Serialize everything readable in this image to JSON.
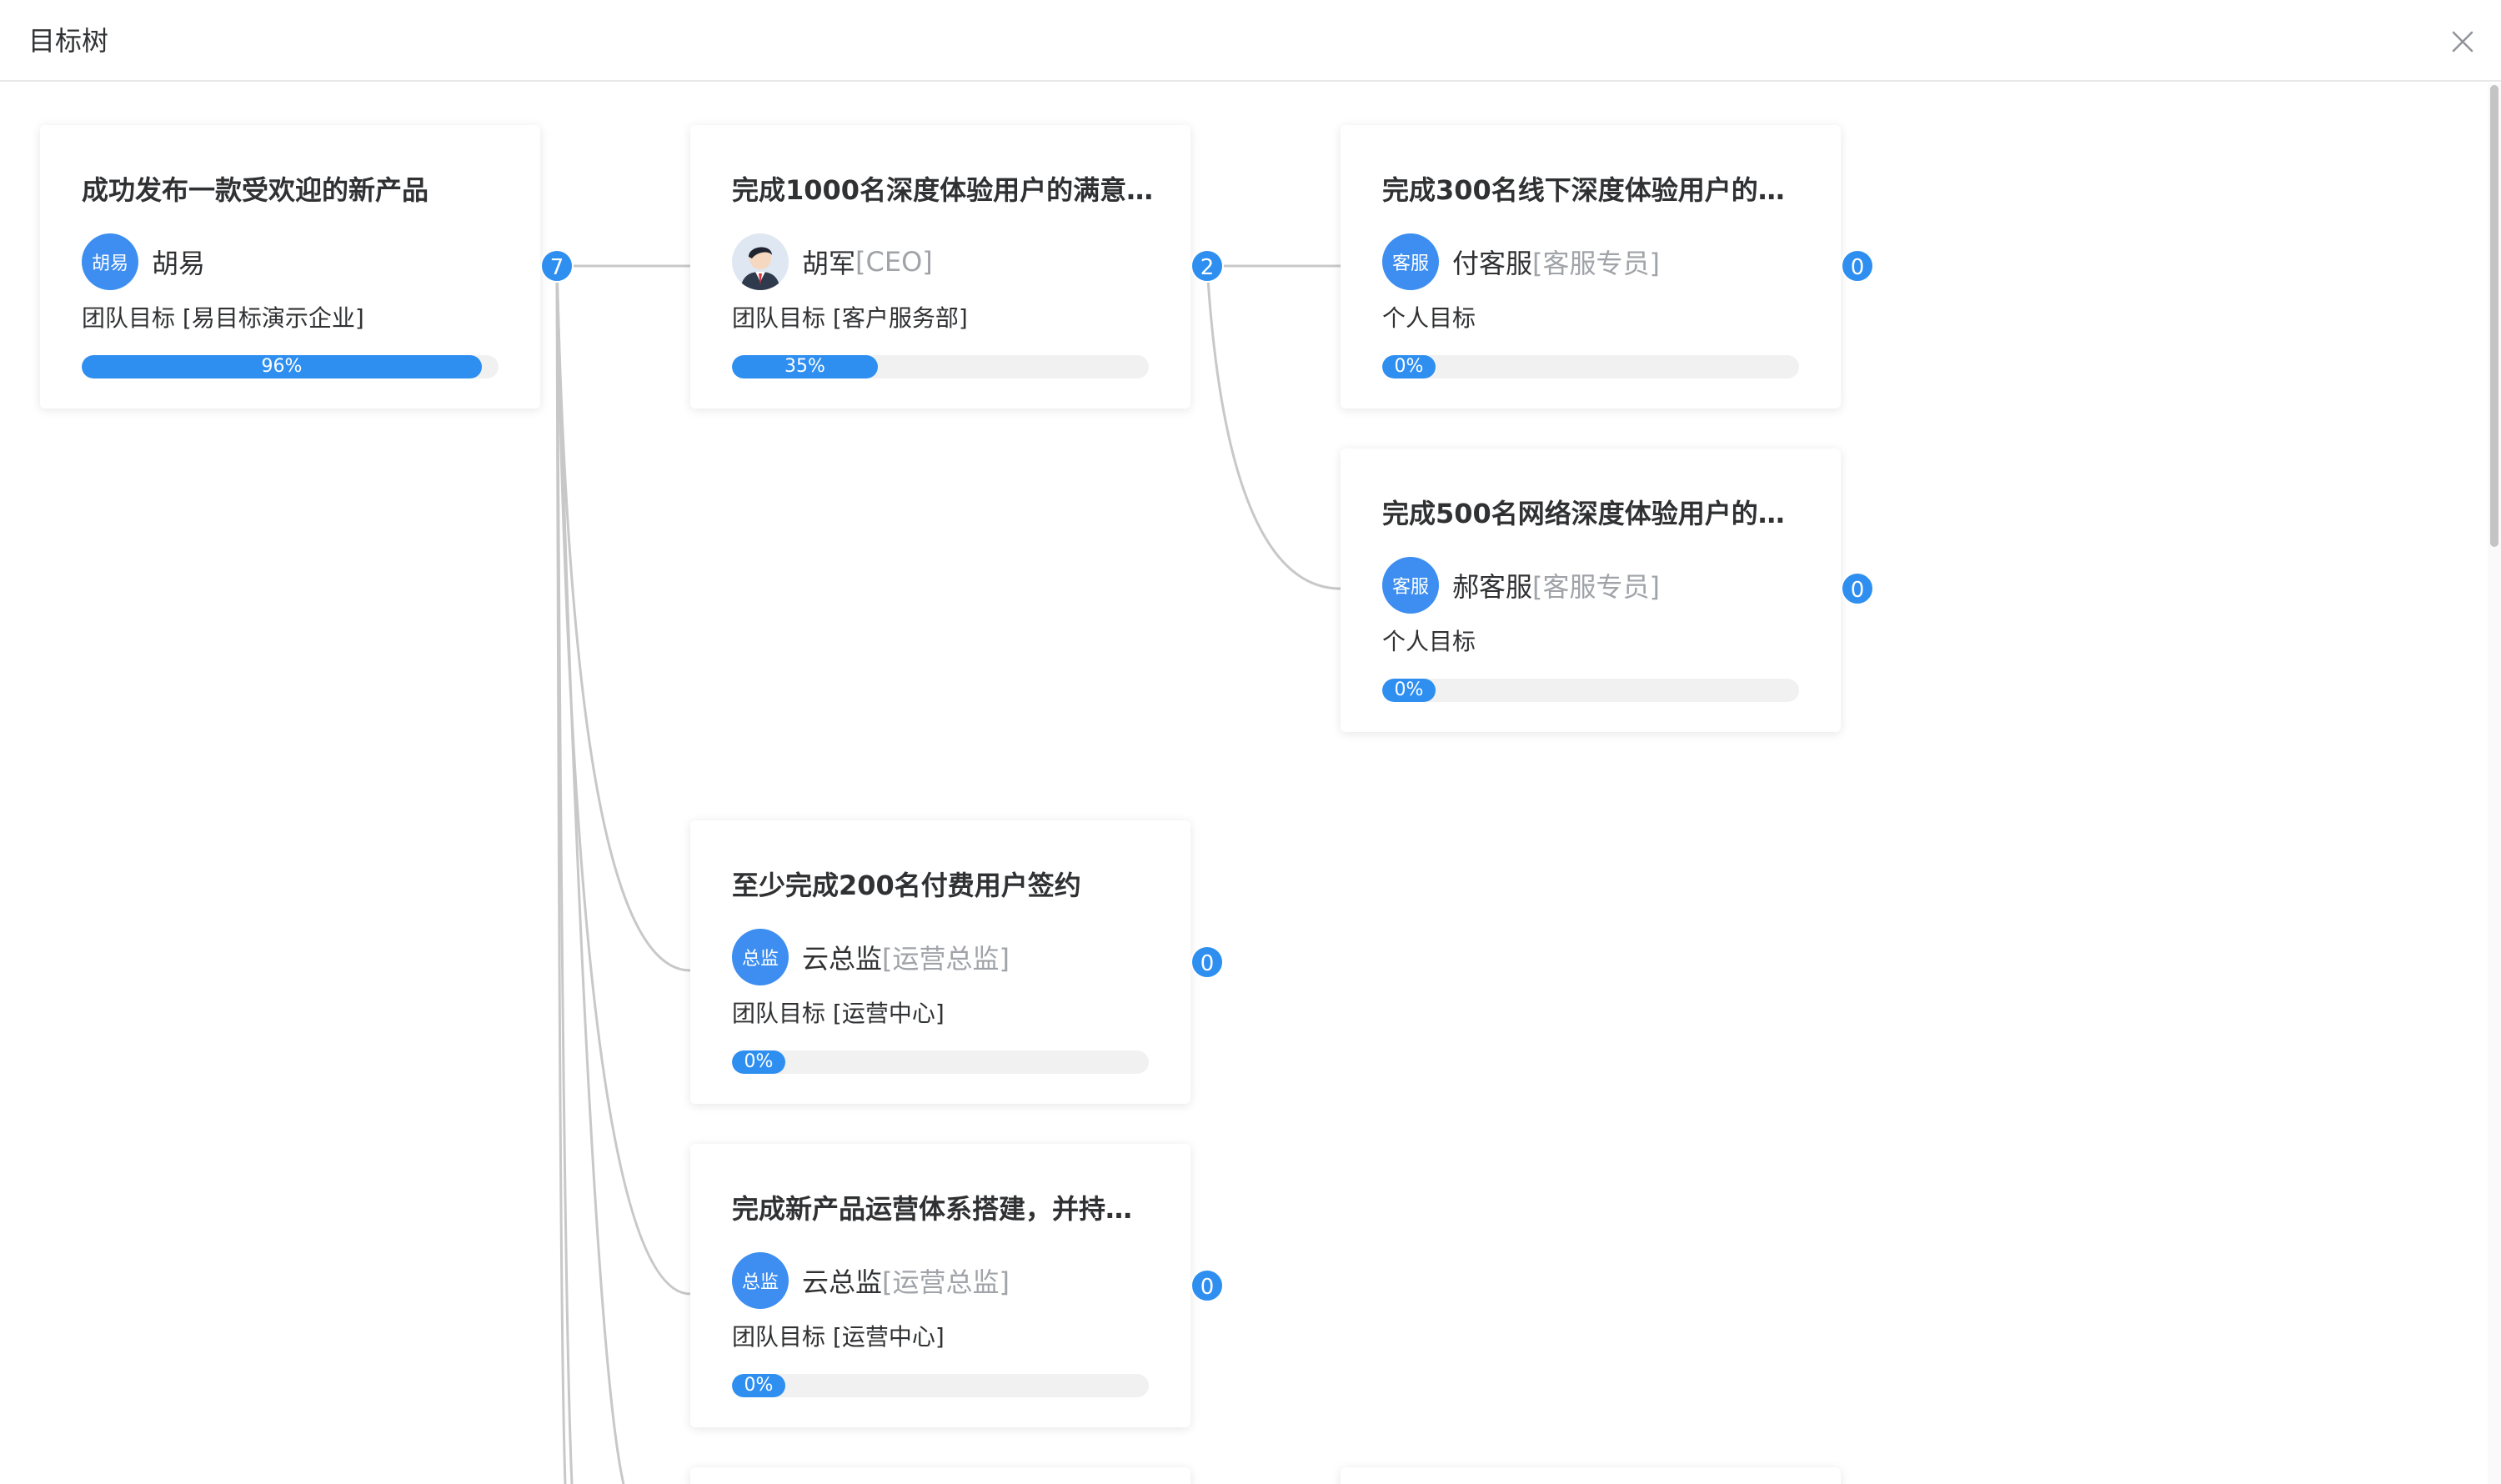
{
  "dialog": {
    "title": "目标树",
    "close_icon": "close-icon"
  },
  "colors": {
    "accent": "#2e8ff0",
    "avatar": "#3d8ef0",
    "track": "#f1f1f1",
    "link": "#c8c8c8"
  },
  "nodes": [
    {
      "title": "成功发布一款受欢迎的新产品",
      "owner": "胡易",
      "role": "",
      "avatar_text": "胡易",
      "type": "团队目标 [易目标演示企业]",
      "progress": 96,
      "progress_label": "96%",
      "children_count": "7"
    },
    {
      "title": "完成1000名深度体验用户的满意…",
      "owner": "胡军",
      "role": "[CEO]",
      "avatar_text": "",
      "avatar_icon": "person-avatar-icon",
      "type": "团队目标 [客户服务部]",
      "progress": 35,
      "progress_label": "35%",
      "children_count": "2"
    },
    {
      "title": "完成300名线下深度体验用户的…",
      "owner": "付客服",
      "role": "[客服专员]",
      "avatar_text": "客服",
      "type": "个人目标",
      "progress": 0,
      "progress_label": "0%",
      "children_count": "0"
    },
    {
      "title": "完成500名网络深度体验用户的…",
      "owner": "郝客服",
      "role": "[客服专员]",
      "avatar_text": "客服",
      "type": "个人目标",
      "progress": 0,
      "progress_label": "0%",
      "children_count": "0"
    },
    {
      "title": "至少完成200名付费用户签约",
      "owner": "云总监",
      "role": "[运营总监]",
      "avatar_text": "总监",
      "type": "团队目标 [运营中心]",
      "progress": 0,
      "progress_label": "0%",
      "children_count": "0"
    },
    {
      "title": "完成新产品运营体系搭建，并持…",
      "owner": "云总监",
      "role": "[运营总监]",
      "avatar_text": "总监",
      "type": "团队目标 [运营中心]",
      "progress": 0,
      "progress_label": "0%",
      "children_count": "0"
    }
  ]
}
